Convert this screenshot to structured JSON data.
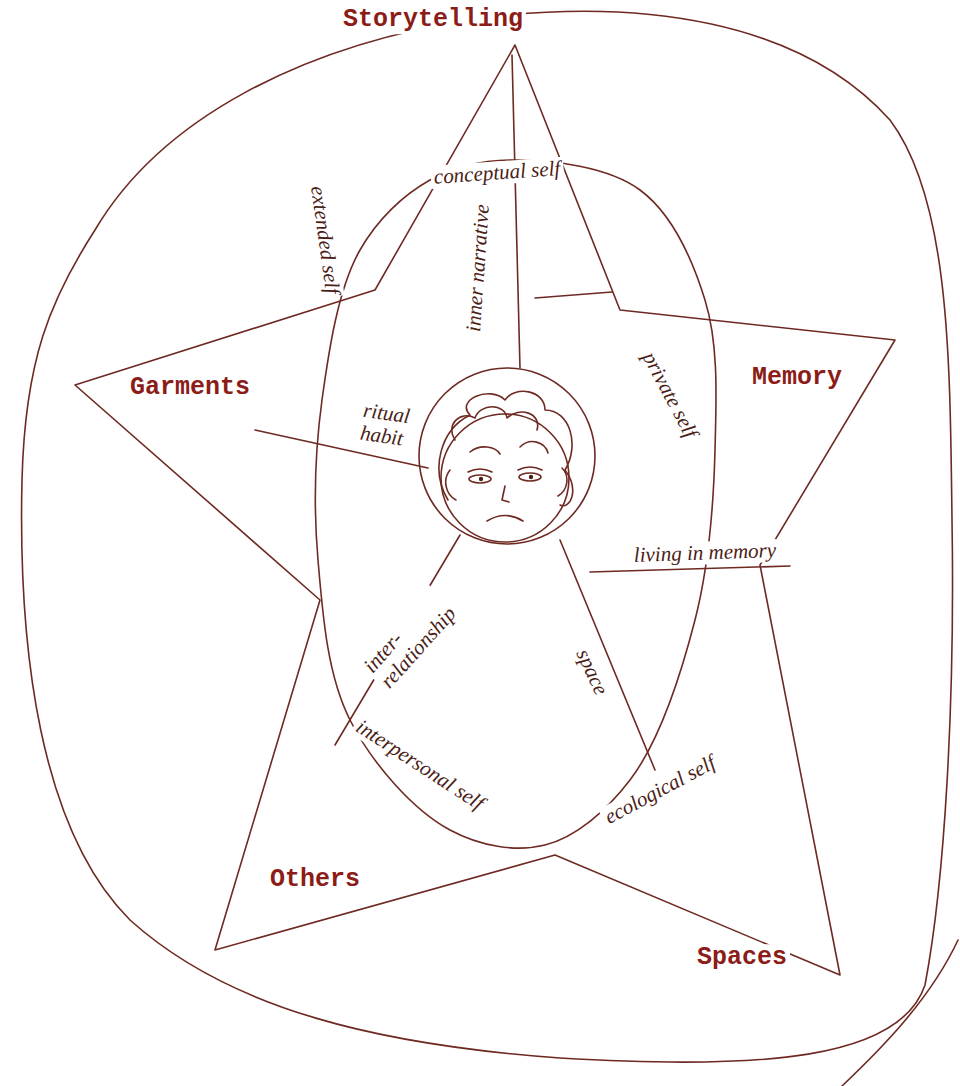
{
  "diagram": {
    "nodes": [
      {
        "text": [
          "Storytelling",
          "Garments",
          "Memory",
          "Others",
          "Spaces"
        ]
      },
      {
        "text": [
          "conceptual self",
          "extended self",
          "private self",
          "interpersonal self",
          "ecological self"
        ],
        "in": 0
      }
    ],
    "labels": [
      "inner narrative",
      "ritual habit",
      "living in memory",
      "inter- relationship",
      "space"
    ]
  }
}
